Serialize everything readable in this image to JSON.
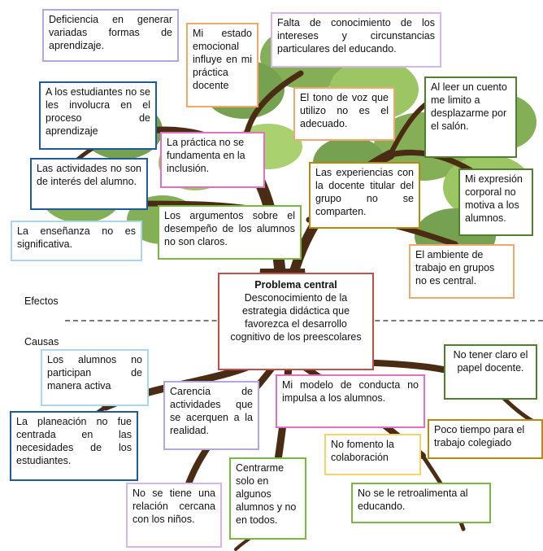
{
  "colors": {
    "purple": "#b4a7e0",
    "blue": "#1f5a99",
    "light_blue": "#a9d8ee",
    "green": "#79b844",
    "dark_green": "#4f7f2f",
    "orange": "#f0a86e",
    "pink": "#e36fc0",
    "gold": "#b58a12",
    "yellow": "#f5d56a",
    "red": "#c0504d",
    "lavender": "#d7b6ee",
    "trunk": "#4a2c14",
    "leaf": "#6fa23a"
  },
  "labels": {
    "effects": "Efectos",
    "causes": "Causas"
  },
  "central": {
    "title": "Problema central",
    "text": "Desconocimiento de la estrategia didáctica que favorezca el desarrollo cognitivo de los preescolares"
  },
  "effects": {
    "e1": "Deficiencia en generar variadas formas de aprendizaje.",
    "e2": "Mi estado emocional influye en mi práctica docente",
    "e3": "Falta de conocimiento de los intereses y circunstancias particulares del educando.",
    "e4": "A los estudiantes no se les involucra en el proceso de aprendizaje",
    "e5": "El tono de voz que utilizo no es el adecuado.",
    "e6": "Al leer un cuento me limito a desplazarme por el salón.",
    "e7": "La práctica no se fundamenta en la inclusión.",
    "e8": "Las actividades no son de interés del alumno.",
    "e9": "Las experiencias con la docente titular del grupo no se comparten.",
    "e10": "Mi expresión corporal no motiva a los alumnos.",
    "e11": "Los argumentos sobre el desempeño de los alumnos no son claros.",
    "e12": "La enseñanza no es significativa.",
    "e13": "El ambiente de trabajo en grupos no es central."
  },
  "causes": {
    "c1": "Los alumnos no participan de manera activa",
    "c2": "Carencia de actividades que se acerquen a la realidad.",
    "c3": "Mi modelo de conducta no impulsa a los alumnos.",
    "c4": "No tener claro el papel docente.",
    "c5": "La planeación no fue centrada en las necesidades de los estudiantes.",
    "c6": "Poco tiempo para el trabajo colegiado",
    "c7": "No fomento la colaboración",
    "c8": "Centrarme solo en algunos alumnos y no en todos.",
    "c9": "No se tiene una relación cercana con los niños.",
    "c10": "No se le retroalimenta al educando."
  }
}
